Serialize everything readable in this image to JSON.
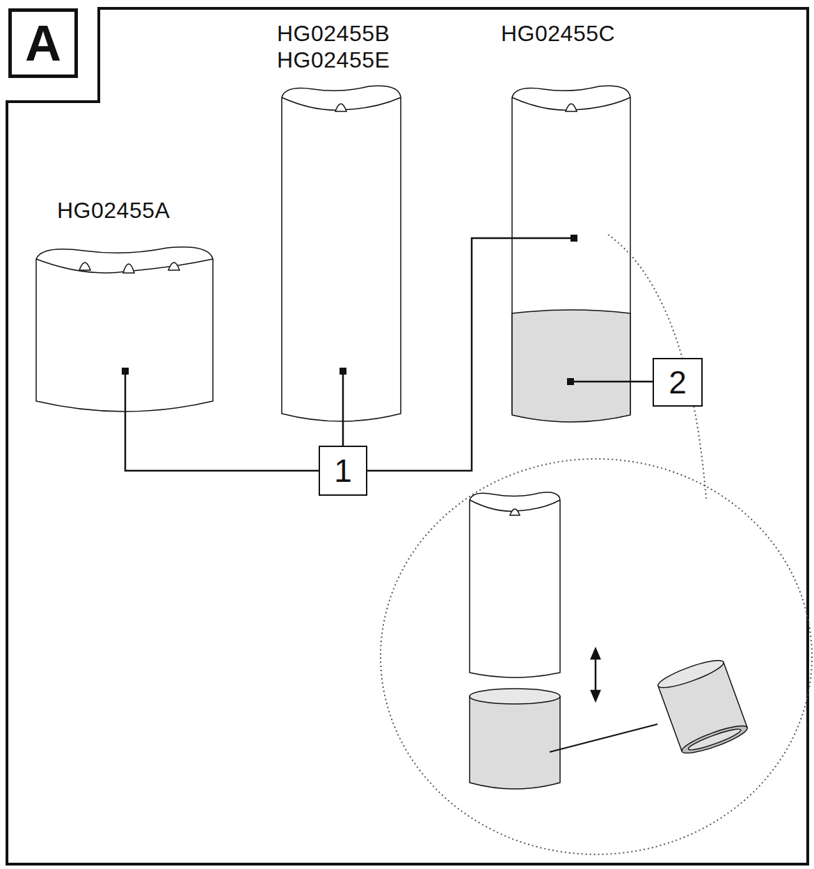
{
  "diagram": {
    "nodes": [
      {
        "text": [
          "A"
        ]
      },
      {
        "text": [
          "1"
        ]
      },
      {
        "text": [
          "2"
        ]
      }
    ],
    "labels": [
      "HG02455B",
      "HG02455E",
      "HG02455C",
      "HG02455A"
    ]
  }
}
